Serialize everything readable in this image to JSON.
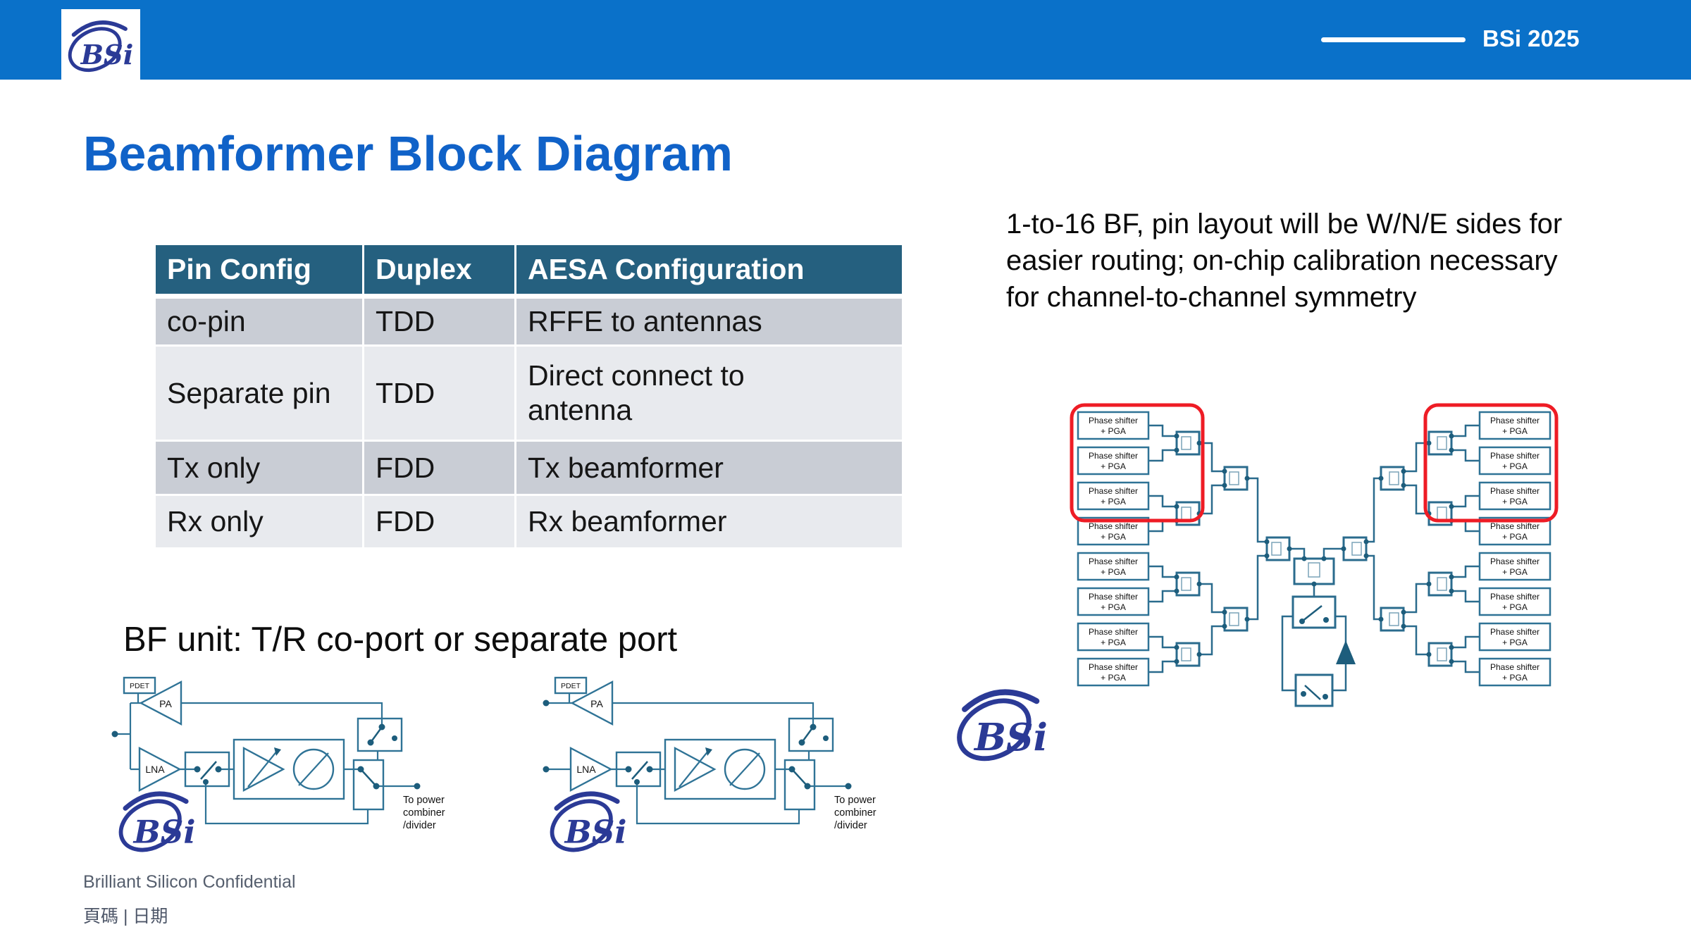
{
  "brand": {
    "logo_text": "BSi",
    "navy": "#2b3a96"
  },
  "header": {
    "banner_label": "BSi 2025",
    "bar_color": "#0a71c9"
  },
  "slide": {
    "title": "Beamformer Block Diagram",
    "title_color": "#1062c8"
  },
  "table": {
    "headers": [
      "Pin Config",
      "Duplex",
      "AESA Configuration"
    ],
    "rows": [
      [
        "co-pin",
        "TDD",
        "RFFE to antennas"
      ],
      [
        "Separate pin",
        "TDD",
        "Direct connect to\nantenna"
      ],
      [
        "Tx only",
        "FDD",
        "Tx beamformer"
      ],
      [
        "Rx only",
        "FDD",
        "Rx beamformer"
      ]
    ],
    "header_bg": "#25607f",
    "row_bg_odd": "#c9cdd5",
    "row_bg_even": "#e8eaee"
  },
  "right_note": "1-to-16 BF, pin layout will be W/N/E sides for\neasier routing; on-chip calibration necessary\nfor channel-to-channel symmetry",
  "bf_unit_heading": "BF unit: T/R co-port or separate port",
  "beamformer_tree": {
    "block_label_line1": "Phase shifter",
    "block_label_line2": "+ PGA",
    "left_block_count": 8,
    "right_block_count": 8,
    "highlight_color": "#ee1c25",
    "line_color": "#2a6b8d"
  },
  "circuit": {
    "pdet_label": "PDET",
    "pa_label": "PA",
    "lna_label": "LNA",
    "out_lines": [
      "To power",
      "combiner",
      "/divider"
    ]
  },
  "footer": {
    "confidential": "Brilliant Silicon Confidential",
    "page_date": "頁碼 | 日期"
  }
}
